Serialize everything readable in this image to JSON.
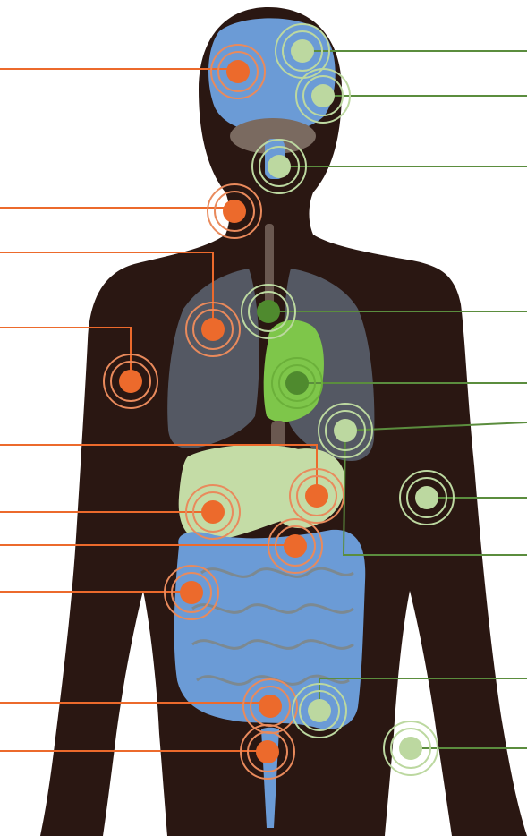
{
  "diagram": {
    "colors": {
      "body": "#2a1712",
      "orange": "#ec6a2c",
      "orange_ring": "#e98a5c",
      "green_line": "#5b8d3e",
      "green_light": "#bcd8a0",
      "green_dark": "#4f8a2e",
      "green_mid": "#6bb03a",
      "organ_blue": "#6b9bd6",
      "lung_gray": "#5c6472",
      "liver_green": "#c4dca6",
      "heart_green": "#7ec64a",
      "organ_tan": "#9a8a70"
    },
    "left_markers": [
      {
        "name": "marker-brain-left",
        "type": "orange"
      },
      {
        "name": "marker-thyroid",
        "type": "orange"
      },
      {
        "name": "marker-chest",
        "type": "orange"
      },
      {
        "name": "marker-arm",
        "type": "orange"
      },
      {
        "name": "marker-stomach",
        "type": "orange"
      },
      {
        "name": "marker-liver",
        "type": "orange"
      },
      {
        "name": "marker-pancreas",
        "type": "orange"
      },
      {
        "name": "marker-colon",
        "type": "orange"
      },
      {
        "name": "marker-bladder",
        "type": "orange"
      },
      {
        "name": "marker-reproductive",
        "type": "orange"
      }
    ],
    "right_markers": [
      {
        "name": "marker-brain-top",
        "type": "green-light"
      },
      {
        "name": "marker-brain-side",
        "type": "green-light"
      },
      {
        "name": "marker-brainstem",
        "type": "green-light"
      },
      {
        "name": "marker-trachea",
        "type": "green-dark"
      },
      {
        "name": "marker-heart",
        "type": "green-mid"
      },
      {
        "name": "marker-lung-base",
        "type": "green-light"
      },
      {
        "name": "marker-side",
        "type": "green-light"
      },
      {
        "name": "marker-lower-abdomen",
        "type": "green-light"
      },
      {
        "name": "marker-hip",
        "type": "green-light"
      }
    ]
  }
}
